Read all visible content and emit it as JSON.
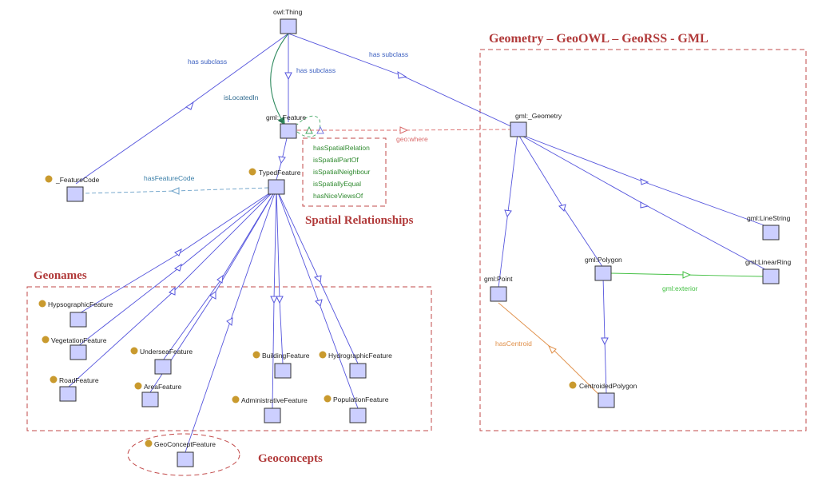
{
  "nodes": {
    "owl_thing": "owl:Thing",
    "gml_feature": "gml:_Feature",
    "gml_geometry": "gml:_Geometry",
    "feature_code": "_FeatureCode",
    "typed_feature": "TypedFeature",
    "gml_linestring": "gml:LineString",
    "gml_linearring": "gml:LinearRing",
    "gml_polygon": "gml:Polygon",
    "gml_point": "gml:Point",
    "centroided_polygon": "CentroidedPolygon",
    "hypsographic": "HypsographicFeature",
    "vegetation": "VegetationFeature",
    "undersea": "UnderseaFeature",
    "road": "RoadFeature",
    "area": "AreaFeature",
    "building": "BuildingFeature",
    "hydrographic": "HydrographicFeature",
    "administrative": "AdministrativeFeature",
    "population": "PopulationFeature",
    "geoconcept": "GeoConceptFeature"
  },
  "edges": {
    "has_subclass": "has subclass",
    "is_located_in": "isLocatedIn",
    "geo_where": "geo:where",
    "has_feature_code": "hasFeatureCode",
    "gml_exterior": "gml:exterior",
    "has_centroid": "hasCentroid"
  },
  "spatial_relations": [
    "hasSpatialRelation",
    "isSpatialPartOf",
    "isSpatialNeighbour",
    "isSpatiallyEqual",
    "hasNiceViewsOf"
  ],
  "regions": {
    "geometry": "Geometry – GeoOWL – GeoRSS - GML",
    "spatial": "Spatial Relationships",
    "geonames": "Geonames",
    "geoconcepts": "Geoconcepts"
  },
  "colors": {
    "subclass_edge": "#5555dd",
    "located_edge": "#2f8a5f",
    "where_edge": "#d96a6a",
    "feature_code_edge": "#6aa0c8",
    "exterior_edge": "#44c044",
    "centroid_edge": "#e0904a",
    "region": "#b13a3a",
    "dot": "#c99a2e"
  }
}
